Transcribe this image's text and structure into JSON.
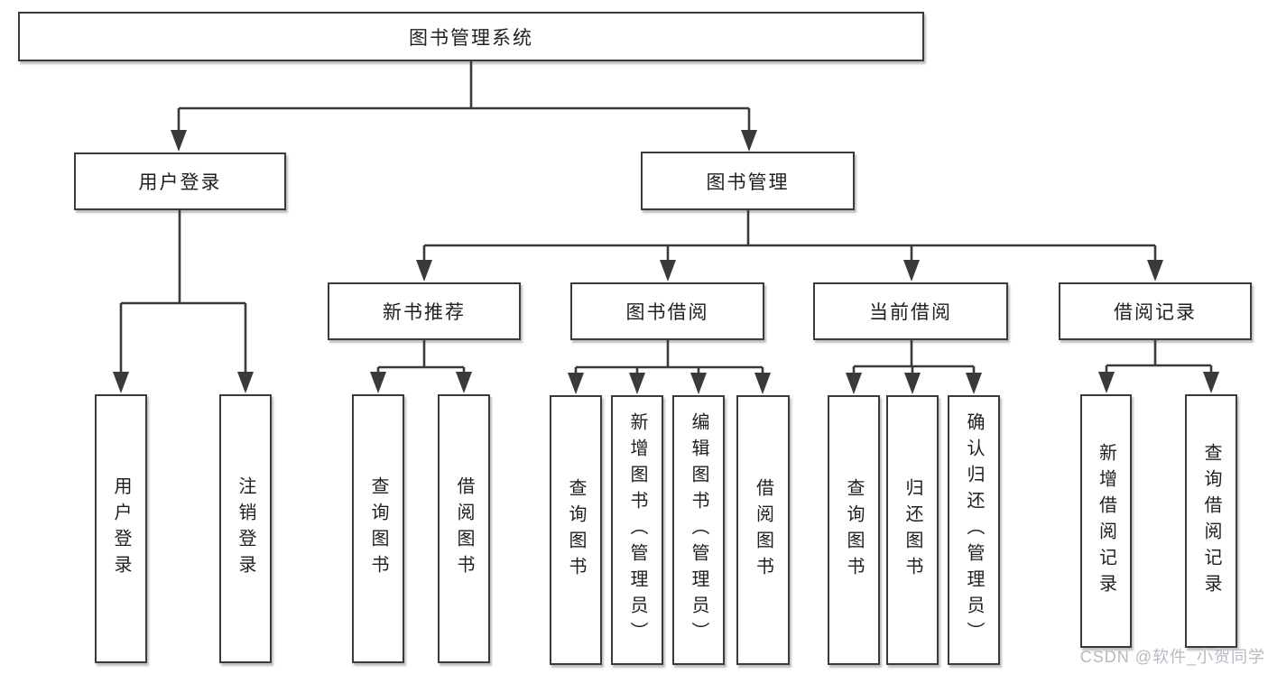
{
  "diagram": {
    "title": "图书管理系统",
    "root": "图书管理系统",
    "level2": [
      "用户登录",
      "图书管理"
    ],
    "level3": [
      "新书推荐",
      "图书借阅",
      "当前借阅",
      "借阅记录"
    ],
    "leaves": [
      "用户登录",
      "注销登录",
      "查询图书",
      "借阅图书",
      "查询图书",
      "新增图书（管理员）",
      "编辑图书（管理员）",
      "借阅图书",
      "查询图书",
      "归还图书",
      "确认归还（管理员）",
      "新增借阅记录",
      "查询借阅记录"
    ],
    "colors": {
      "line": "#3a3a3a",
      "box_border": "#3a3a3a",
      "box_fill": "#ffffff",
      "text": "#1f1f1f",
      "watermark_text": "#b6b9c0",
      "background": "#ffffff"
    }
  },
  "watermark": "CSDN @软件_小贺同学"
}
